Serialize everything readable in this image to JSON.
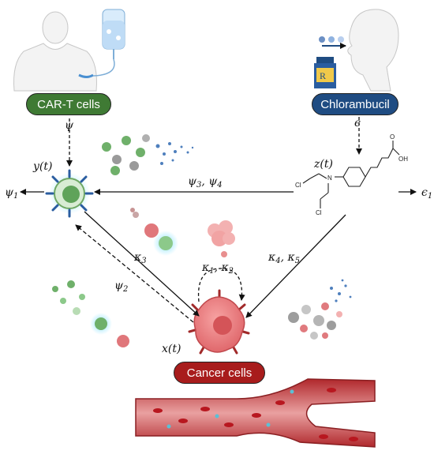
{
  "labels": {
    "cart_cells": "CAR-T cells",
    "chlorambucil": "Chlorambucil",
    "cancer_cells": "Cancer cells"
  },
  "math": {
    "psi": "ψ",
    "psi1": "ψ",
    "psi1_sub": "1",
    "psi2": "ψ",
    "psi2_sub": "2",
    "psi34": "ψ",
    "psi34_sub_a": "3",
    "psi34_sep": ", ψ",
    "psi34_sub_b": "4",
    "epsilon": "ϵ",
    "epsilon1": "ϵ",
    "epsilon1_sub": "1",
    "kappa3": "κ",
    "kappa3_sub": "3",
    "kappa12": "κ",
    "kappa12_sub_a": "1",
    "kappa12_sep": ", κ",
    "kappa12_sub_b": "2",
    "kappa45": "κ",
    "kappa45_sub_a": "4",
    "kappa45_sep": ", κ",
    "kappa45_sub_b": "5",
    "y_t": "y(t)",
    "z_t": "z(t)",
    "x_t": "x(t)"
  },
  "molecule": {
    "cl_top": "Cl",
    "cl_bottom": "Cl",
    "n": "N",
    "oh": "OH",
    "o": "O"
  },
  "icons": {
    "iv_drip": "iv-bag-icon",
    "patient": "patient-icon",
    "inhaler_head": "oral-dose-icon",
    "pill_bottle": "rx-bottle-icon"
  },
  "colors": {
    "cart_green": "#3f7a34",
    "chlor_blue": "#1f4c82",
    "cancer_red": "#a81c1c",
    "blood_vessel": "#c43c3c"
  }
}
